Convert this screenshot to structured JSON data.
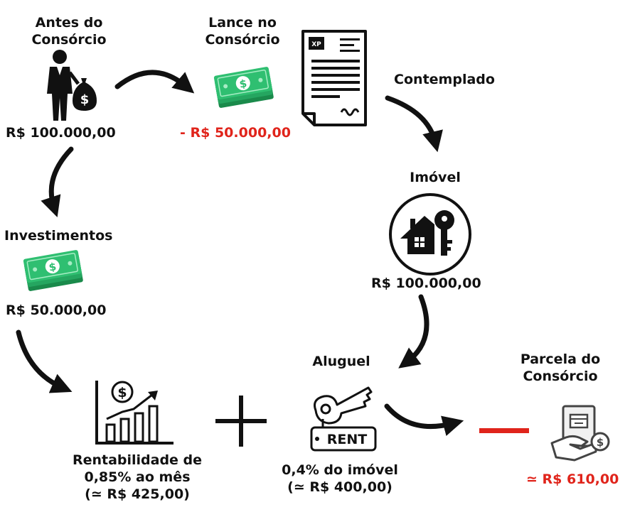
{
  "colors": {
    "red": "#e0241b",
    "money_green": "#2fbf71",
    "money_dark": "#1a8a4b",
    "ink": "#111111"
  },
  "nodes": {
    "antes": {
      "title_line1": "Antes do",
      "title_line2": "Consórcio",
      "value": "R$ 100.000,00",
      "icon": "businessman-money-bag-icon"
    },
    "lance": {
      "title_line1": "Lance no",
      "title_line2": "Consórcio",
      "value": "- R$ 50.000,00",
      "icon": "cash-stack-icon"
    },
    "contemplado": {
      "title": "Contemplado",
      "icon": "contract-document-icon",
      "doc_logo": "XP"
    },
    "imovel": {
      "title": "Imóvel",
      "value": "R$ 100.000,00",
      "icon": "house-key-icon"
    },
    "investimentos": {
      "title": "Investimentos",
      "value": "R$ 50.000,00",
      "icon": "cash-stack-icon"
    },
    "rentabilidade": {
      "line1": "Rentabilidade de",
      "line2": "0,85% ao mês",
      "line3": "(≃ R$ 425,00)",
      "icon": "growth-chart-icon"
    },
    "aluguel": {
      "title": "Aluguel",
      "tag": "RENT",
      "line1": "0,4% do imóvel",
      "line2": "(≃ R$ 400,00)",
      "icon": "rent-key-icon"
    },
    "parcela": {
      "title_line1": "Parcela do",
      "title_line2": "Consórcio",
      "value": "≃ R$ 610,00",
      "icon": "hand-payment-icon"
    }
  },
  "operators": {
    "plus": "+",
    "minus": "—"
  }
}
